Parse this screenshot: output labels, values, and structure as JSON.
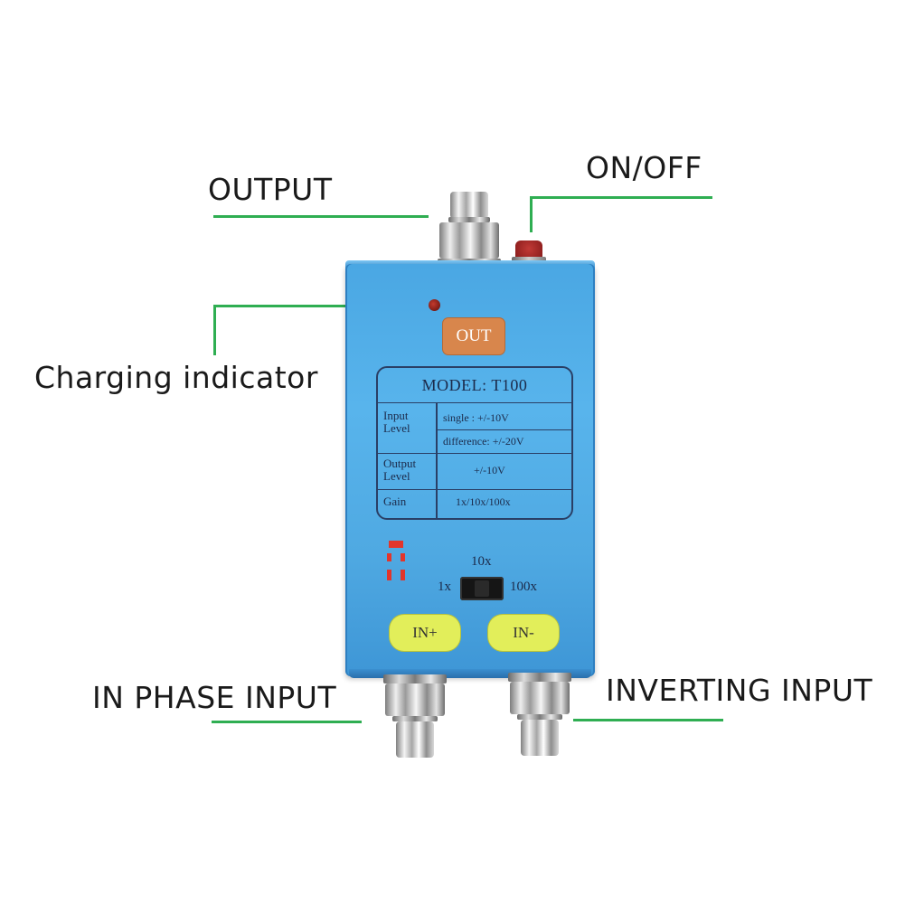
{
  "callouts": {
    "output": "OUTPUT",
    "on_off": "ON/OFF",
    "charging_indicator": "Charging indicator",
    "in_phase_input": "IN PHASE INPUT",
    "inverting_input": "INVERTING INPUT"
  },
  "device": {
    "out_label": "OUT",
    "model": "MODEL: T100",
    "spec": {
      "input_level_label": "Input Level",
      "input_single": "single : +/-10V",
      "input_difference": "difference: +/-20V",
      "output_level_label": "Output Level",
      "output_value": "+/-10V",
      "gain_label": "Gain",
      "gain_value": "1x/10x/100x"
    },
    "switch": {
      "left": "1x",
      "center": "10x",
      "right": "100x"
    },
    "in_plus": "IN+",
    "in_minus": "IN-"
  },
  "colors": {
    "leader_lines": "#2fae52",
    "body": "#4fa9e2",
    "out_pad": "#d8864c",
    "input_pads": "#e2ee5a",
    "red_marks": "#e2352b"
  }
}
